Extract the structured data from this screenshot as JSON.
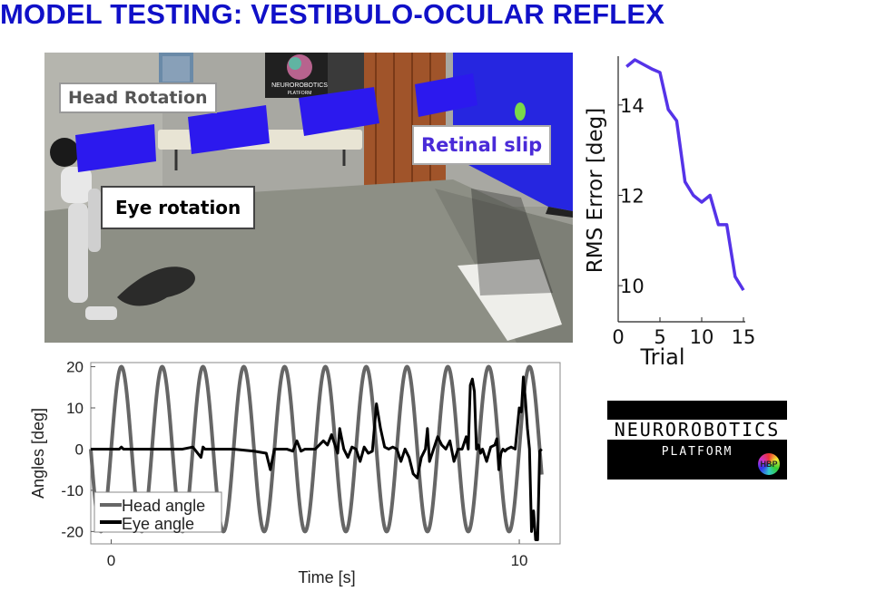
{
  "header": {
    "title": "MODEL TESTING: VESTIBULO-OCULAR REFLEX"
  },
  "scene": {
    "labels": {
      "head_rotation": "Head Rotation",
      "eye_rotation": "Eye rotation",
      "retinal_slip": "Retinal slip"
    },
    "poster_text": "NEUROROBOTICS",
    "poster_subtext": "PLATFORM"
  },
  "logo": {
    "main": "NEUROROBOTICS",
    "sub": "PLATFORM",
    "badge": "HBP"
  },
  "colors": {
    "title": "#1010c8",
    "rms_line": "#5533e8",
    "head_line": "#666666",
    "eye_line": "#000000",
    "slip_label": "#4a2bd8"
  },
  "chart_data": [
    {
      "type": "line",
      "xlabel": "Trial",
      "ylabel": "RMS Error [deg]",
      "xlim": [
        0,
        15
      ],
      "ylim": [
        9.2,
        15.0
      ],
      "xticks": [
        0,
        5,
        10,
        15
      ],
      "yticks": [
        10,
        12,
        14
      ],
      "series": [
        {
          "x": [
            1,
            2,
            3,
            4,
            5,
            6,
            7,
            8,
            9,
            10,
            11,
            12,
            13,
            14,
            15
          ],
          "values": [
            14.85,
            15.0,
            14.9,
            14.8,
            14.72,
            13.9,
            13.65,
            12.3,
            12.0,
            11.85,
            12.0,
            11.35,
            11.35,
            10.2,
            9.9
          ]
        }
      ]
    },
    {
      "type": "line",
      "xlabel": "Time [s]",
      "ylabel": "Angles [deg]",
      "xlim": [
        -0.5,
        11.0
      ],
      "ylim": [
        -23,
        21
      ],
      "xticks": [
        0,
        10
      ],
      "yticks": [
        20,
        10,
        0,
        -10,
        -20
      ],
      "legend": "bottom-left",
      "series": [
        {
          "name": "Head angle",
          "generator": "sine",
          "amplitude": 20,
          "period": 1.0,
          "phase": 0.0,
          "x_range": [
            -0.5,
            10.55
          ]
        },
        {
          "name": "Eye angle",
          "x": [
            -0.5,
            0.0,
            0.2,
            0.25,
            0.3,
            0.5,
            1.0,
            1.4,
            1.75,
            2.0,
            2.2,
            2.25,
            2.3,
            2.45,
            3.0,
            3.5,
            3.8,
            3.9,
            4.0,
            4.3,
            4.45,
            4.55,
            4.65,
            4.75,
            5.0,
            5.2,
            5.3,
            5.4,
            5.55,
            5.6,
            5.7,
            5.8,
            5.9,
            6.0,
            6.1,
            6.2,
            6.3,
            6.4,
            6.5,
            6.6,
            6.7,
            6.8,
            6.9,
            7.0,
            7.1,
            7.2,
            7.3,
            7.4,
            7.5,
            7.6,
            7.7,
            7.75,
            7.8,
            7.9,
            8.0,
            8.1,
            8.2,
            8.3,
            8.4,
            8.5,
            8.6,
            8.7,
            8.75,
            8.8,
            8.85,
            8.9,
            8.95,
            9.0,
            9.05,
            9.1,
            9.2,
            9.3,
            9.4,
            9.45,
            9.5,
            9.55,
            9.6,
            9.65,
            9.7,
            9.8,
            9.9,
            10.0,
            10.05,
            10.1,
            10.15,
            10.2,
            10.25,
            10.3,
            10.35,
            10.4,
            10.45,
            10.5,
            10.55
          ],
          "values": [
            0,
            0,
            0,
            0.5,
            0,
            0,
            0,
            0,
            0,
            0.5,
            -2,
            0.5,
            0,
            0,
            0,
            -0.5,
            -1,
            -5,
            0,
            0,
            -0.5,
            2,
            -0.5,
            0,
            0,
            2,
            1,
            3.5,
            -1,
            5,
            0,
            -2,
            0.5,
            0,
            -3,
            0.5,
            -1,
            -0.5,
            11,
            5,
            0.5,
            0,
            0.5,
            0,
            -3,
            0,
            -2,
            -6,
            -7,
            -2,
            0,
            5,
            -3,
            0,
            3,
            1,
            0,
            2,
            -3,
            0,
            0,
            3,
            0,
            15.5,
            17,
            14,
            0,
            1,
            -1,
            0,
            -3,
            0.5,
            1,
            2.5,
            -5,
            -1,
            0,
            -0.5,
            0,
            0.5,
            0,
            10,
            9,
            17.5,
            12,
            5,
            0,
            -20,
            -15,
            -22,
            -22,
            -0.5,
            0
          ]
        }
      ]
    }
  ]
}
